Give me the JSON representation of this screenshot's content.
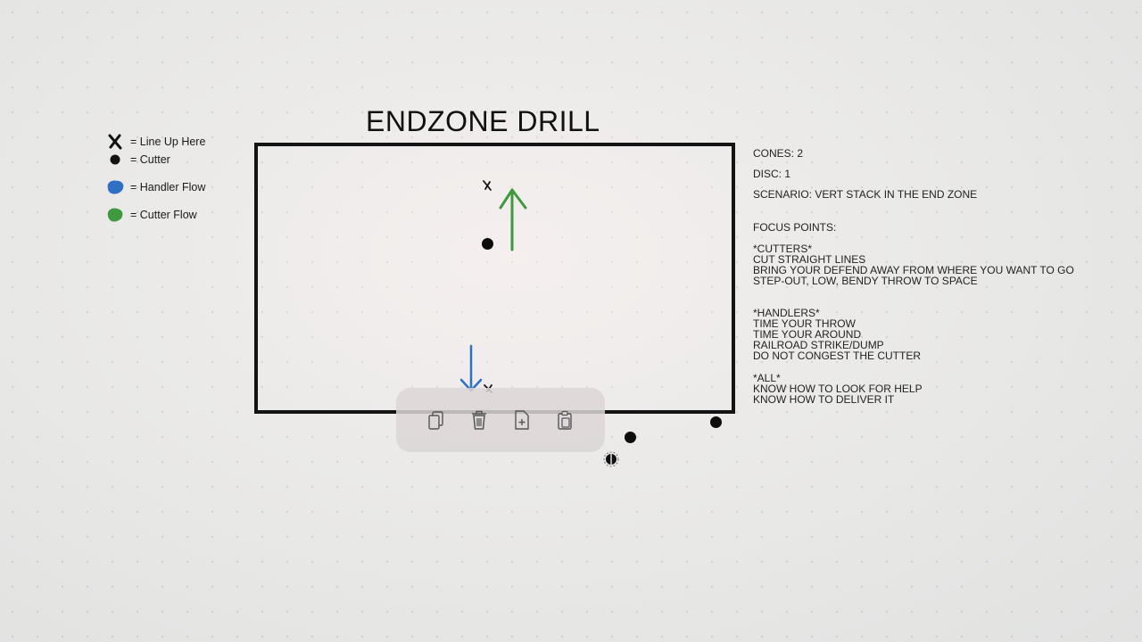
{
  "title": "ENDZONE DRILL",
  "legend": {
    "items": [
      {
        "icon": "x-marker-icon",
        "label": "= Line Up Here"
      },
      {
        "icon": "cutter-dot-icon",
        "label": "= Cutter"
      },
      {
        "icon": "handler-flow-swatch-icon",
        "label": "= Handler Flow",
        "color": "#2f6fc4"
      },
      {
        "icon": "cutter-flow-swatch-icon",
        "label": "= Cutter Flow",
        "color": "#3f9a3f"
      }
    ]
  },
  "notes": {
    "cones": "CONES: 2",
    "disc": "DISC: 1",
    "scenario": "SCENARIO: VERT STACK IN THE END ZONE",
    "focus_heading": "FOCUS POINTS:",
    "cutters_heading": "*CUTTERS*",
    "cutters": [
      "CUT STRAIGHT LINES",
      "BRING YOUR DEFEND AWAY FROM WHERE YOU WANT TO GO",
      "STEP-OUT, LOW, BENDY THROW TO SPACE"
    ],
    "handlers_heading": "*HANDLERS*",
    "handlers": [
      "TIME YOUR THROW",
      "TIME YOUR AROUND",
      "RAILROAD STRIKE/DUMP",
      "DO NOT CONGEST THE CUTTER"
    ],
    "all_heading": "*ALL*",
    "all": [
      "KNOW HOW TO LOOK FOR HELP",
      "KNOW HOW TO DELIVER IT"
    ]
  },
  "toolbar": {
    "tools": [
      "copy-icon",
      "delete-icon",
      "duplicate-icon",
      "paste-icon"
    ]
  },
  "colors": {
    "handler_flow": "#2f6fc4",
    "cutter_flow": "#3f9a3f",
    "ink": "#141414"
  }
}
